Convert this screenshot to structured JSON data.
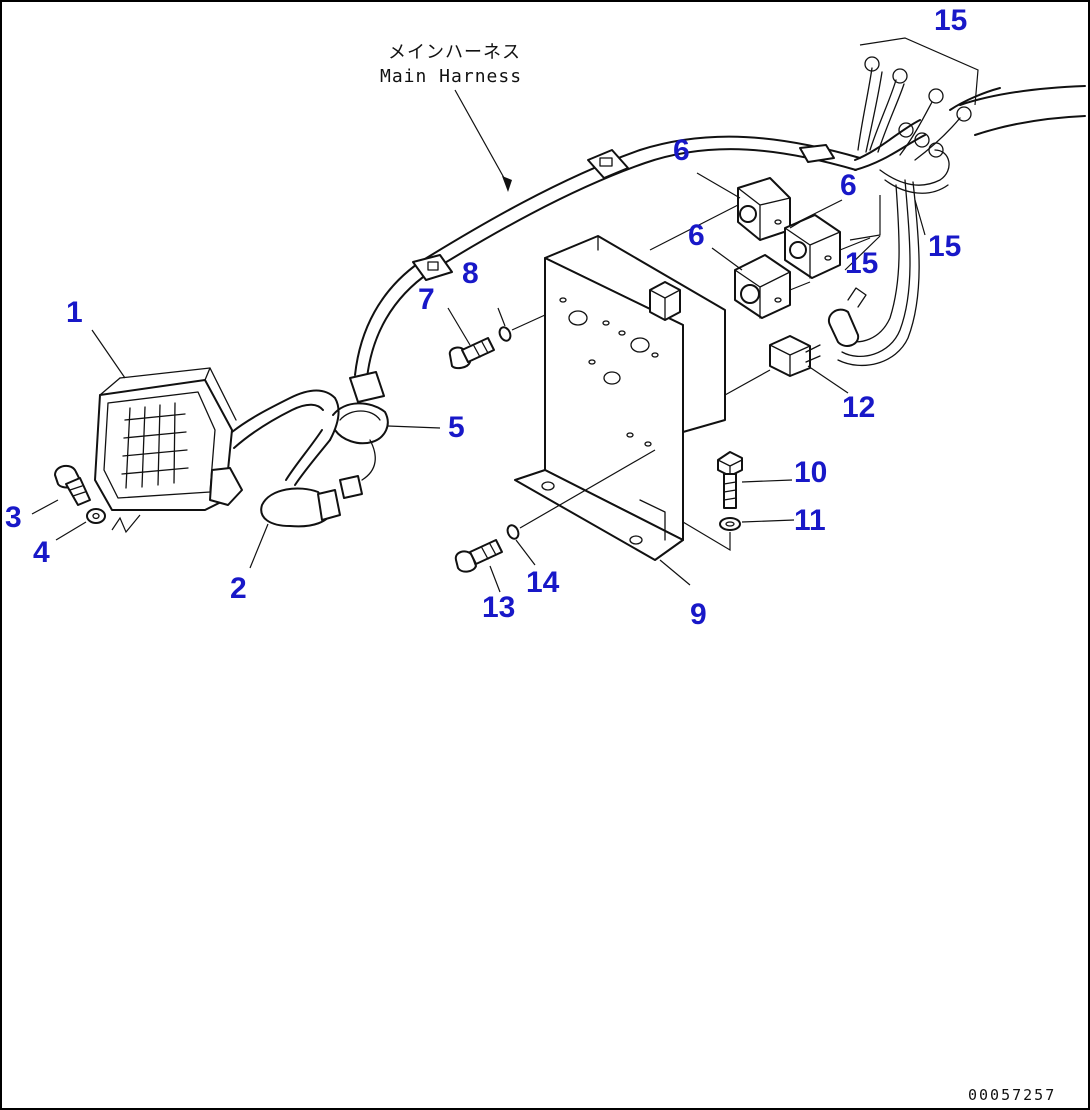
{
  "harness_label": {
    "jp": "メインハーネス",
    "en": "Main Harness"
  },
  "drawing_number": "00057257",
  "callout_color": "#1818c8",
  "callouts": {
    "c1": "1",
    "c2": "2",
    "c3": "3",
    "c4": "4",
    "c5": "5",
    "c6a": "6",
    "c6b": "6",
    "c6c": "6",
    "c7": "7",
    "c8": "8",
    "c9": "9",
    "c10": "10",
    "c11": "11",
    "c12": "12",
    "c13": "13",
    "c14": "14",
    "c15a": "15",
    "c15b": "15",
    "c15c": "15"
  }
}
